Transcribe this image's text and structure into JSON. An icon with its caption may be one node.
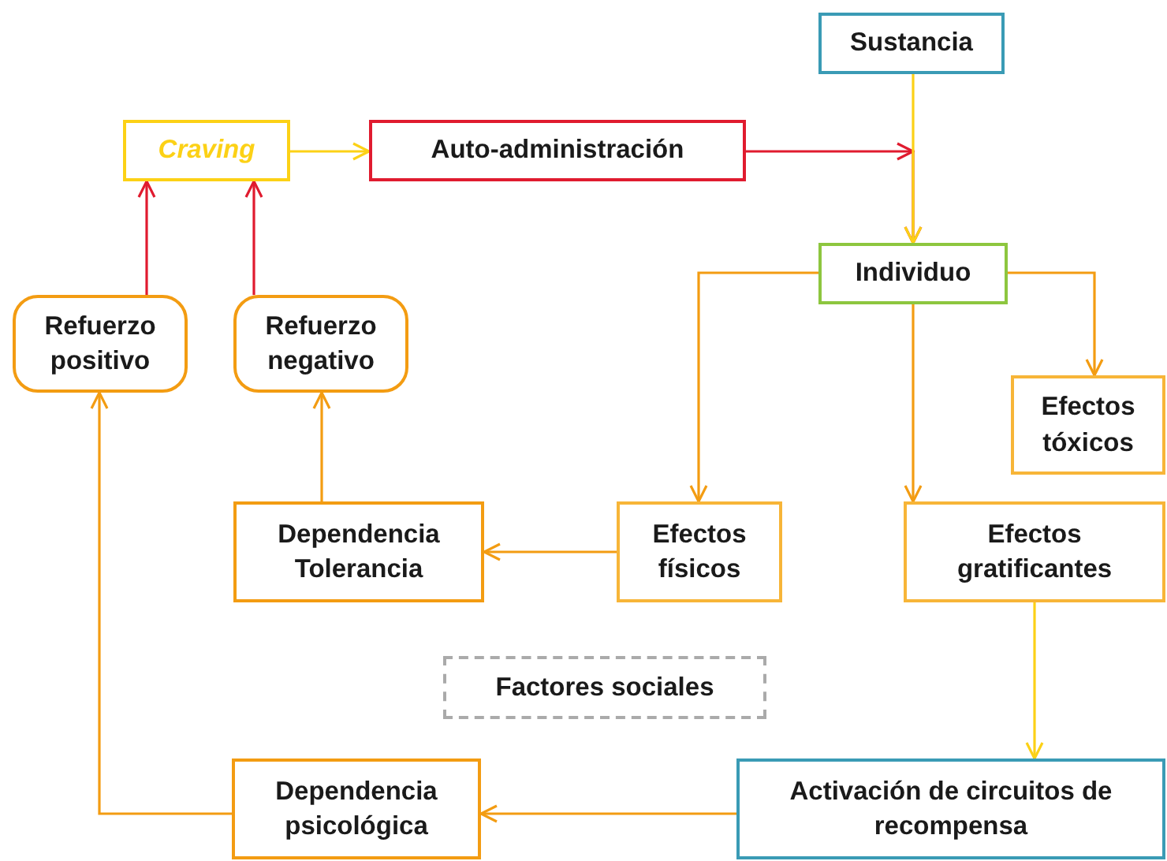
{
  "diagram": {
    "nodes": [
      {
        "text": [
          "Sustancia"
        ]
      },
      {
        "text": [
          "Craving"
        ]
      },
      {
        "text": [
          "Auto-administración"
        ]
      },
      {
        "text": [
          "Individuo"
        ]
      },
      {
        "text": [
          "Refuerzo positivo"
        ]
      },
      {
        "text": [
          "Refuerzo negativo"
        ]
      },
      {
        "text": [
          "Efectos tóxicos"
        ]
      },
      {
        "text": [
          "Dependencia Tolerancia"
        ]
      },
      {
        "text": [
          "Efectos físicos"
        ]
      },
      {
        "text": [
          "Efectos gratificantes"
        ]
      },
      {
        "text": [
          "Factores sociales"
        ]
      },
      {
        "text": [
          "Dependencia psicológica"
        ]
      },
      {
        "text": [
          "Activación de circuitos de recompensa"
        ]
      }
    ],
    "edges": [
      {
        "from": 0,
        "to": 3,
        "arrow": "to",
        "color": "#fcd116"
      },
      {
        "from": 1,
        "to": 2,
        "arrow": "to",
        "color": "#fcd116"
      },
      {
        "from": 2,
        "to": 3,
        "arrow": "to",
        "color": "#e01b2f"
      },
      {
        "from": 3,
        "to": 6,
        "arrow": "to"
      },
      {
        "from": 3,
        "to": 8,
        "arrow": "to"
      },
      {
        "from": 3,
        "to": 9,
        "arrow": "to"
      },
      {
        "from": 8,
        "to": 7,
        "arrow": "to"
      },
      {
        "from": 7,
        "to": 5,
        "arrow": "to"
      },
      {
        "from": 4,
        "to": 1,
        "arrow": "to",
        "color": "#e01b2f"
      },
      {
        "from": 5,
        "to": 1,
        "arrow": "to",
        "color": "#e01b2f"
      },
      {
        "from": 9,
        "to": 12,
        "arrow": "to",
        "color": "#fcd116"
      },
      {
        "from": 12,
        "to": 11,
        "arrow": "to"
      },
      {
        "from": 11,
        "to": 4,
        "arrow": "to"
      }
    ]
  }
}
